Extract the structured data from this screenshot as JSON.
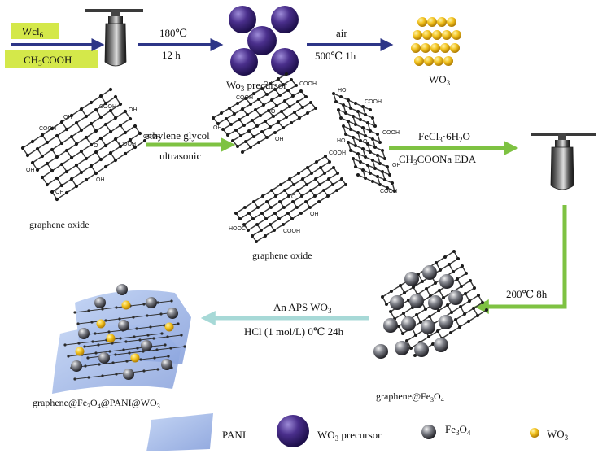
{
  "reagents": {
    "wcl6": "Wcl",
    "wcl6_sub": "6",
    "ch3cooh_pre": "CH",
    "ch3cooh_sub": "3",
    "ch3cooh_post": "COOH"
  },
  "step1": {
    "top": "180℃",
    "bottom": "12 h"
  },
  "wo3_precursor_label": {
    "pre": "Wo",
    "sub": "3",
    "post": " precursor"
  },
  "step2": {
    "top": "air",
    "bottom": "500℃  1h"
  },
  "wo3_label": {
    "pre": "WO",
    "sub": "3"
  },
  "graphene_oxide_left": "graphene oxide",
  "step3": {
    "top": "ethylene glycol",
    "bottom": "ultrasonic"
  },
  "graphene_oxide_mid": "graphene oxide",
  "step4": {
    "top_pre": "FeCl",
    "top_sub": "3",
    "top_post": "·6H",
    "top_sub2": "2",
    "top_end": "O",
    "bottom_pre": "CH",
    "bottom_sub": "3",
    "bottom_post": "COONa  EDA"
  },
  "step5": "200℃  8h",
  "graphene_fe3o4_label": {
    "pre": "graphene@Fe",
    "sub": "3",
    "mid": "O",
    "sub2": "4"
  },
  "step6": {
    "top": "An  APS  WO",
    "top_sub": "3",
    "bottom": "HCl (1 mol/L)   0℃  24h"
  },
  "final_label": {
    "a": "graphene@Fe",
    "s1": "3",
    "b": "O",
    "s2": "4",
    "c": "@PANI@WO",
    "s3": "3"
  },
  "functional_groups": [
    "COOH",
    "OH",
    "O",
    "HO",
    "HOOC"
  ],
  "legend": {
    "pani": "PANI",
    "precursor": {
      "pre": "WO",
      "sub": "3",
      "post": " precursor"
    },
    "fe3o4": {
      "pre": "Fe",
      "sub": "3",
      "mid": "O",
      "sub2": "4"
    },
    "wo3": {
      "pre": "WO",
      "sub": "3"
    }
  },
  "colors": {
    "navy_arrow": "#2d3587",
    "green_arrow": "#7ec242",
    "teal_arrow": "#a7d9d7",
    "label_box": "#d4e84a",
    "precursor_sphere": "#4a2f8c",
    "wo3_sphere": "#f2c21e",
    "fe3o4_sphere": "#6d6f76",
    "pani_sheet": "#9db4e6"
  }
}
